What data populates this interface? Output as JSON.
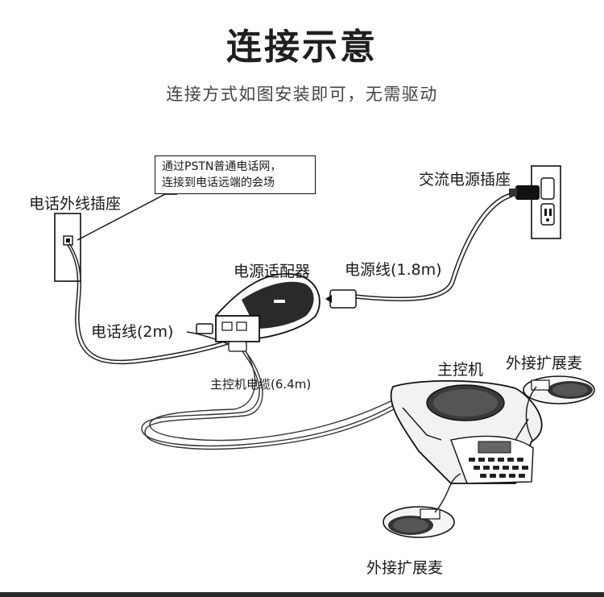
{
  "header": {
    "title": "连接示意",
    "subtitle": "连接方式如图安装即可，无需驱动"
  },
  "labels": {
    "phone_jack": "电话外线插座",
    "ac_socket": "交流电源插座",
    "callout_line1": "通过PSTN普通电话网，",
    "callout_line2": "连接到电话远端的会场",
    "power_adapter": "电源适配器",
    "power_cord": "电源线(1.8m)",
    "phone_cord": "电话线(2m)",
    "main_cable": "主控机电缆(6.4m)",
    "main_unit": "主控机",
    "ext_mic_top": "外接扩展麦",
    "ext_mic_bottom": "外接扩展麦"
  }
}
